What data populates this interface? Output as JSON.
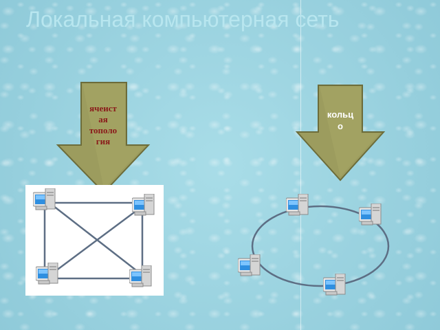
{
  "slide": {
    "title": "Локальная компьютерная сеть"
  },
  "left_panel": {
    "arrow_label": "ячеистая топология",
    "arrow_label_lines": [
      "ячеист",
      "ая",
      "тополо",
      "гия"
    ],
    "arrow_color": "#9a9a5a",
    "label_color": "#8a1a1a"
  },
  "right_panel": {
    "arrow_label": "кольцо",
    "arrow_label_lines": [
      "кольц",
      "о"
    ],
    "arrow_color": "#9a9a5a",
    "label_color": "#ffffff"
  },
  "icons": {
    "computer": "computer-icon"
  }
}
